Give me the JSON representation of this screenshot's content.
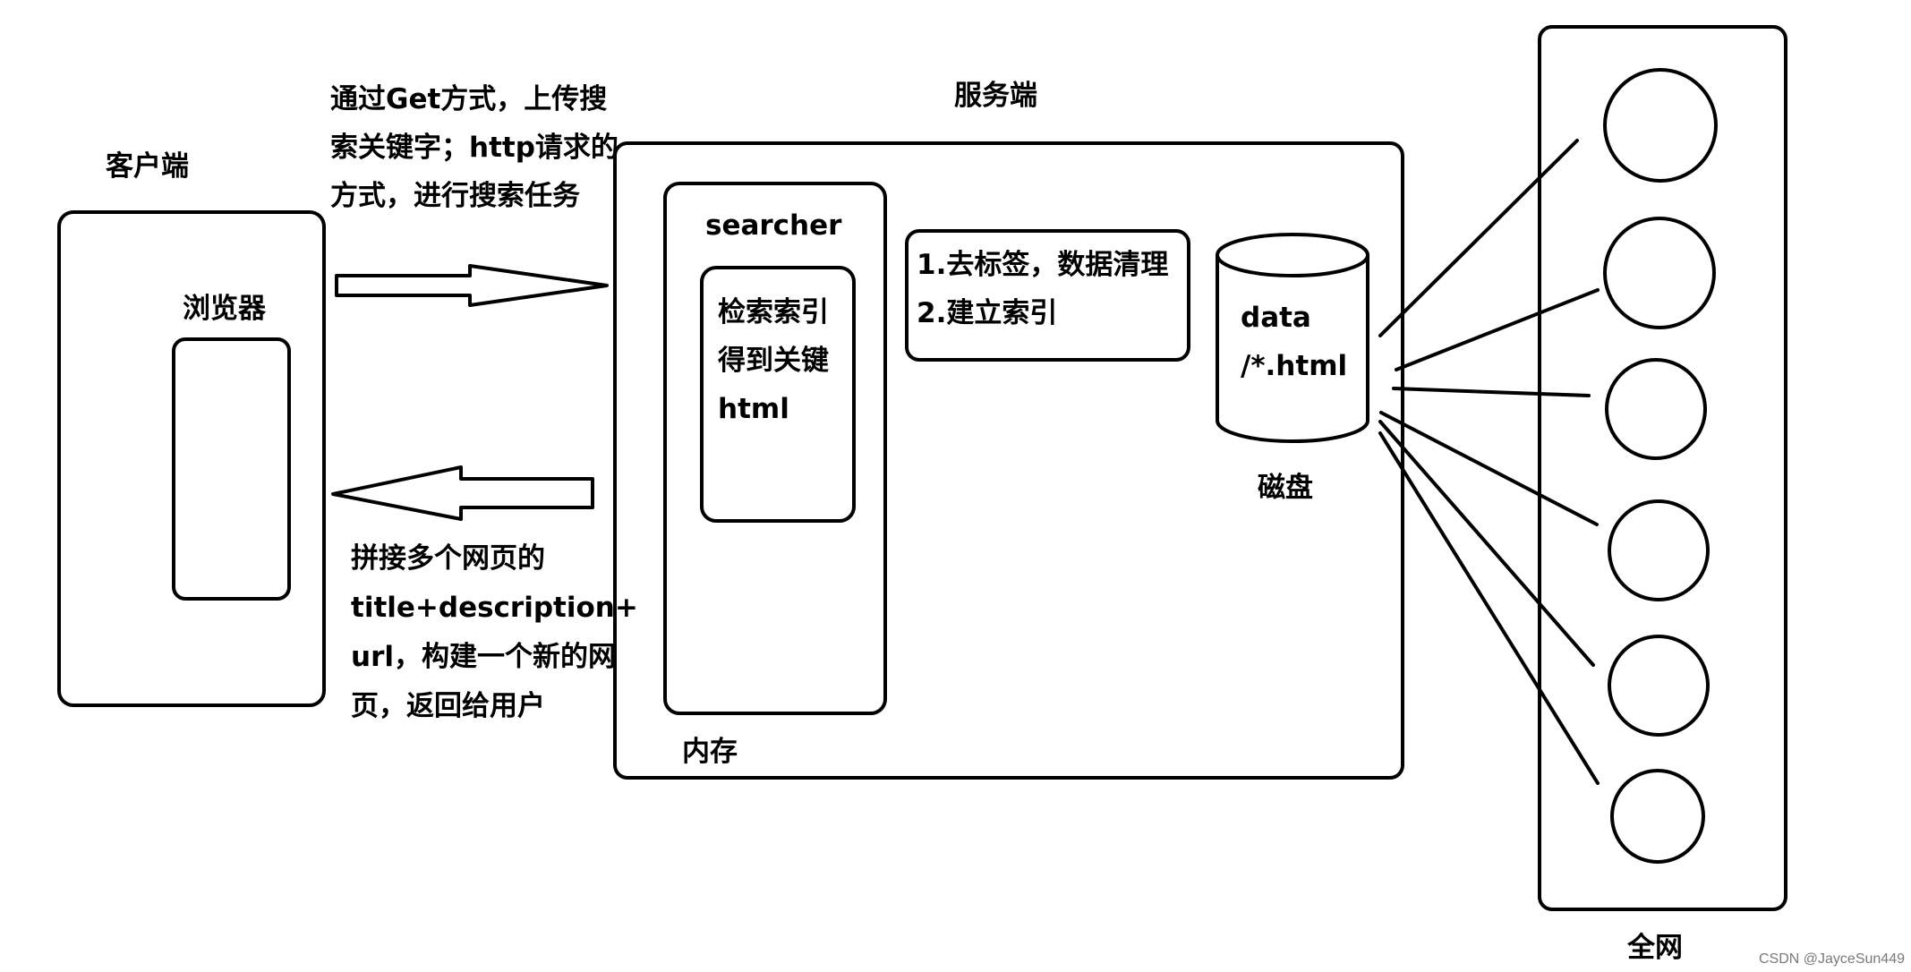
{
  "labels": {
    "client": "客户端",
    "browser": "浏览器",
    "server": "服务端",
    "searcher": "searcher",
    "memory": "内存",
    "disk": "磁盘",
    "whole_web": "全网"
  },
  "request_note": [
    "通过Get方式，上传搜",
    "索关键字；http请求的",
    "方式，进行搜索任务"
  ],
  "response_note": [
    "拼接多个网页的",
    "title+description+",
    "url，构建一个新的网",
    "页，返回给用户"
  ],
  "searcher_inner": [
    "检索索引",
    "得到关键",
    "html"
  ],
  "steps": [
    "1.去标签，数据清理",
    "2.建立索引"
  ],
  "data_store": [
    "data",
    "/*.html"
  ],
  "watermark": "CSDN @JayceSun449"
}
